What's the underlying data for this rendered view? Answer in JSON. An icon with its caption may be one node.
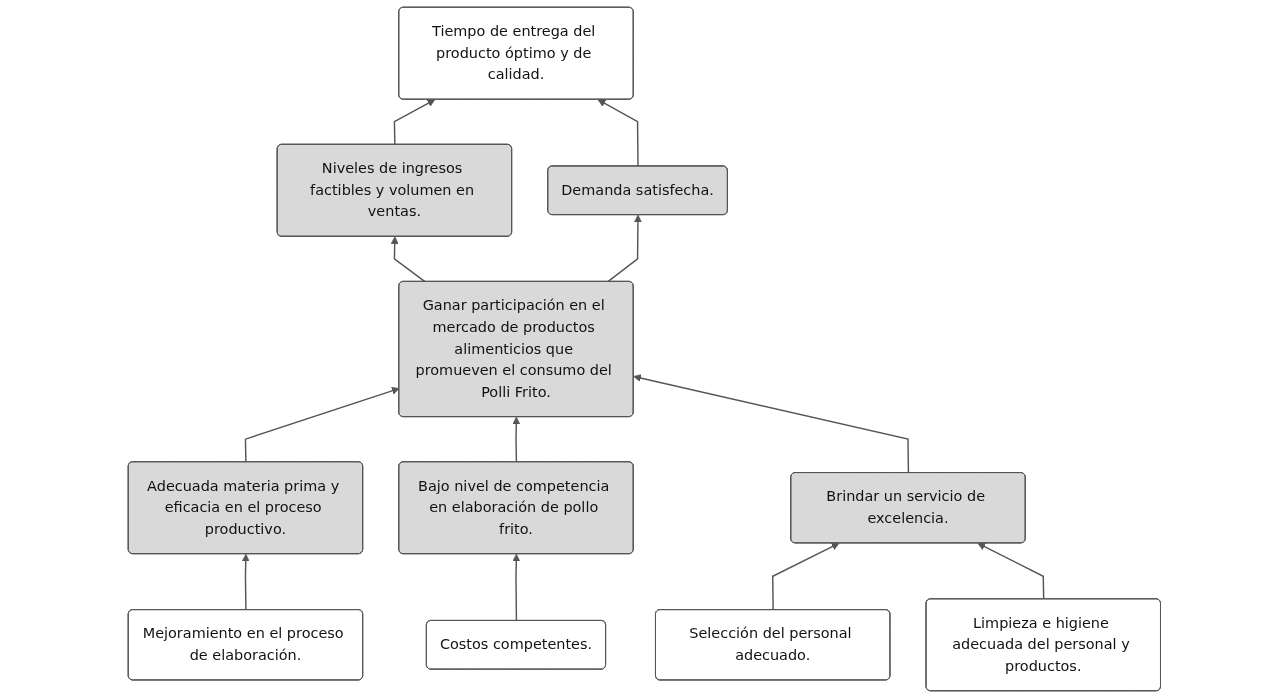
{
  "diagram": {
    "nodes": [
      {
        "text": [
          "Tiempo de entrega del producto óptimo y de calidad."
        ]
      },
      {
        "text": [
          "Niveles de ingresos factibles y volumen en ventas."
        ]
      },
      {
        "text": [
          "Demanda satisfecha."
        ]
      },
      {
        "text": [
          "Ganar participación en el mercado de productos alimenticios que promueven el consumo del Polli Frito."
        ]
      },
      {
        "text": [
          "Adecuada materia prima y eficacia en el proceso productivo."
        ]
      },
      {
        "text": [
          "Bajo nivel de competencia en elaboración de pollo frito."
        ]
      },
      {
        "text": [
          "Brindar un servicio de excelencia."
        ]
      },
      {
        "text": [
          "Mejoramiento en el proceso de elaboración."
        ]
      },
      {
        "text": [
          "Costos competentes."
        ]
      },
      {
        "text": [
          "Selección del personal adecuado."
        ]
      },
      {
        "text": [
          "Limpieza e higiene adecuada del personal y productos."
        ]
      }
    ],
    "edges": [
      {
        "from": 1,
        "to": 0,
        "arrow": "to"
      },
      {
        "from": 2,
        "to": 0,
        "arrow": "to"
      },
      {
        "from": 3,
        "to": 1,
        "arrow": "to"
      },
      {
        "from": 3,
        "to": 2,
        "arrow": "to"
      },
      {
        "from": 4,
        "to": 3,
        "arrow": "to"
      },
      {
        "from": 5,
        "to": 3,
        "arrow": "to"
      },
      {
        "from": 6,
        "to": 3,
        "arrow": "to"
      },
      {
        "from": 7,
        "to": 4,
        "arrow": "to"
      },
      {
        "from": 8,
        "to": 5,
        "arrow": "to"
      },
      {
        "from": 9,
        "to": 6,
        "arrow": "to"
      },
      {
        "from": 10,
        "to": 6,
        "arrow": "to"
      }
    ]
  }
}
